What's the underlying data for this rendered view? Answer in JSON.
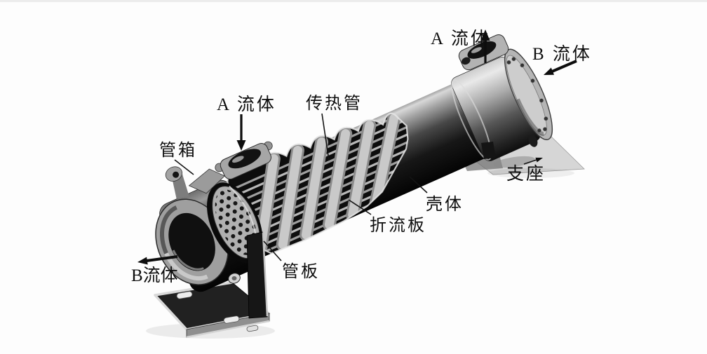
{
  "figure": {
    "kind": "shell-and-tube heat exchanger cutaway photograph with Chinese part labels",
    "labels": {
      "a_fluid_left": "A 流体",
      "heat_transfer_tube": "传热管",
      "a_fluid_right": "A 流体",
      "b_fluid_right": "B 流体",
      "tube_box": "管箱",
      "support_right": "支座",
      "shell": "壳体",
      "baffle_plate": "折流板",
      "tube_sheet": "管板",
      "b_fluid_left": "B流体"
    },
    "arrows": {
      "a_fluid_left_direction": "down into top-left nozzle",
      "a_fluid_right_direction": "up out of top-right nozzle",
      "b_fluid_right_direction": "into right end flange",
      "b_fluid_left_direction": "out of left end opening"
    },
    "colors": {
      "paper": "#fdfdfd",
      "ink": "#0e0e0e",
      "shell_dark": "#141414",
      "metal_light": "#c9c9c9",
      "metal_mid": "#9a9a9a"
    }
  }
}
